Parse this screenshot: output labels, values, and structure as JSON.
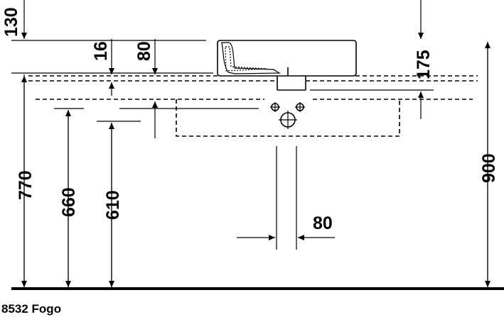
{
  "drawing": {
    "caption": "8532 Fogo",
    "dimensions": {
      "d130": "130",
      "d16": "16",
      "d80_top": "80",
      "d175": "175",
      "d770": "770",
      "d660": "660",
      "d610": "610",
      "d900": "900",
      "d80_bottom": "80"
    }
  }
}
